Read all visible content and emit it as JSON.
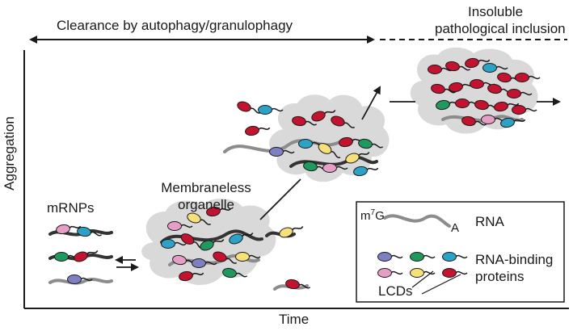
{
  "header": {
    "clearance": "Clearance by autophagy/granulophagy",
    "insoluble_line1": "Insoluble",
    "insoluble_line2": "pathological inclusion"
  },
  "axes": {
    "x_label": "Time",
    "y_label": "Aggregation"
  },
  "stages": {
    "mrnps": "mRNPs",
    "organelle_line1": "Membraneless",
    "organelle_line2": "organelle"
  },
  "legend": {
    "cap": "m",
    "cap_sup": "7",
    "cap_suffix": "G",
    "tail": "A",
    "rna": "RNA",
    "rbp_line1": "RNA-binding",
    "rbp_line2": "proteins",
    "lcds": "LCDs"
  },
  "colors": {
    "red": "#c4122f",
    "teal": "#2aa3c6",
    "green": "#1f9a5e",
    "purple": "#7f7fc4",
    "pink": "#e79ec6",
    "yellow": "#f6e079",
    "cloud": "#d9d9d9",
    "line": "#1a1a1a",
    "rna_gray": "#8c8c8c",
    "rna_dark": "#333333"
  }
}
